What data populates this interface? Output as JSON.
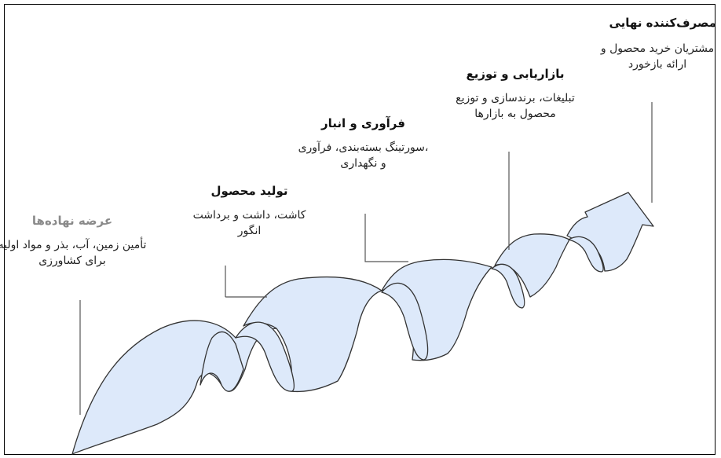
{
  "stages": [
    {
      "title": "عرضه نهاده‌ها",
      "description": "تأمین زمین، آب، بذر و مواد اولیه برای کشاورزی"
    },
    {
      "title": "تولید محصول",
      "description": "کاشت، داشت و برداشت انگور"
    },
    {
      "title": "فرآوری و انبار",
      "description": "،سورتینگ بسته‌بندی، فرآوری و نگهداری"
    },
    {
      "title": "بازاریابی و توزیع",
      "description": "تبلیغات، برندسازی و توزیع محصول به بازارها"
    },
    {
      "title": "مصرف‌کننده نهایی",
      "description": "مشتریان خرید محصول و ارائه بازخورد"
    }
  ],
  "colors": {
    "ribbon_fill": "#dde9fa",
    "ribbon_stroke": "#333333",
    "leader": "#555555"
  },
  "icons": {
    "arrow_head": "arrow-up-right-icon"
  }
}
